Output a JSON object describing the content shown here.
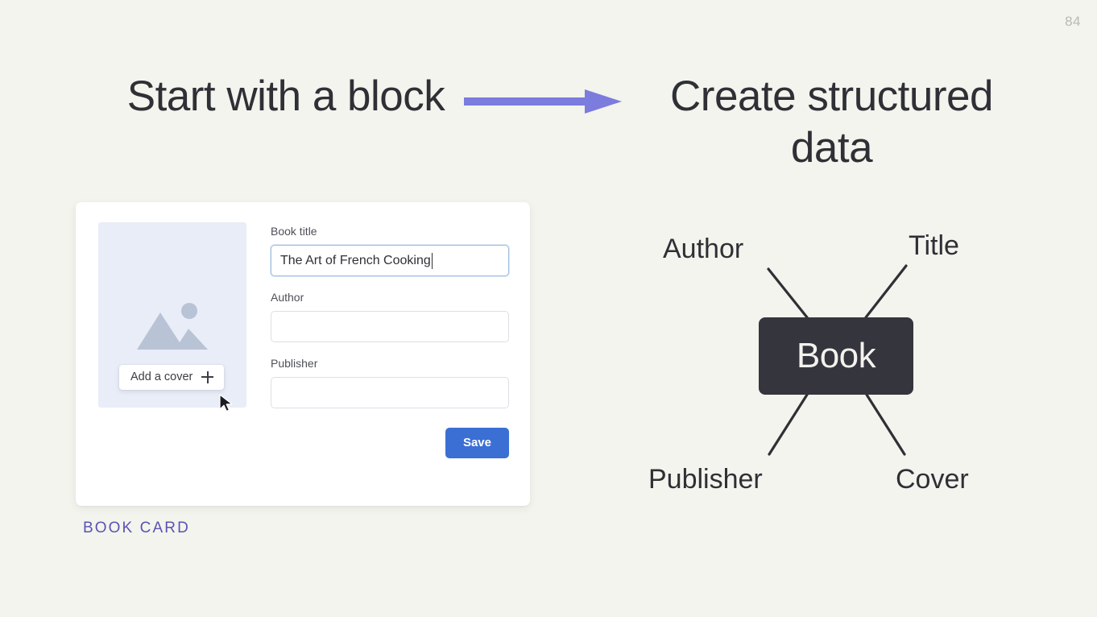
{
  "slide": {
    "page_number": "84",
    "background_color": "#f2f4ed"
  },
  "headings": {
    "left": "Start with a block",
    "right": "Create structured data"
  },
  "arrow": {
    "icon": "arrow-right-icon",
    "color": "#7b7cdd"
  },
  "card": {
    "caption": "BOOK CARD",
    "caption_color": "#5b52b5",
    "cover": {
      "image_placeholder_icon": "image-placeholder-icon",
      "add_cover_label": "Add a cover",
      "plus_icon": "plus-icon",
      "cursor_icon": "cursor-arrow-icon",
      "background_color": "#e9edf8"
    },
    "fields": [
      {
        "label": "Book title",
        "value": "The Art of French Cooking",
        "placeholder": "",
        "focused": true
      },
      {
        "label": "Author",
        "value": "",
        "placeholder": "",
        "focused": false
      },
      {
        "label": "Publisher",
        "value": "",
        "placeholder": "",
        "focused": false
      }
    ],
    "save_label": "Save",
    "save_color": "#3b6fd4"
  },
  "diagram": {
    "type": "node-spoke",
    "center_node": "Book",
    "center_node_color": "#35353d",
    "spokes": [
      {
        "label": "Author",
        "position": "top-left"
      },
      {
        "label": "Title",
        "position": "top-right"
      },
      {
        "label": "Publisher",
        "position": "bottom-left"
      },
      {
        "label": "Cover",
        "position": "bottom-right"
      }
    ]
  }
}
